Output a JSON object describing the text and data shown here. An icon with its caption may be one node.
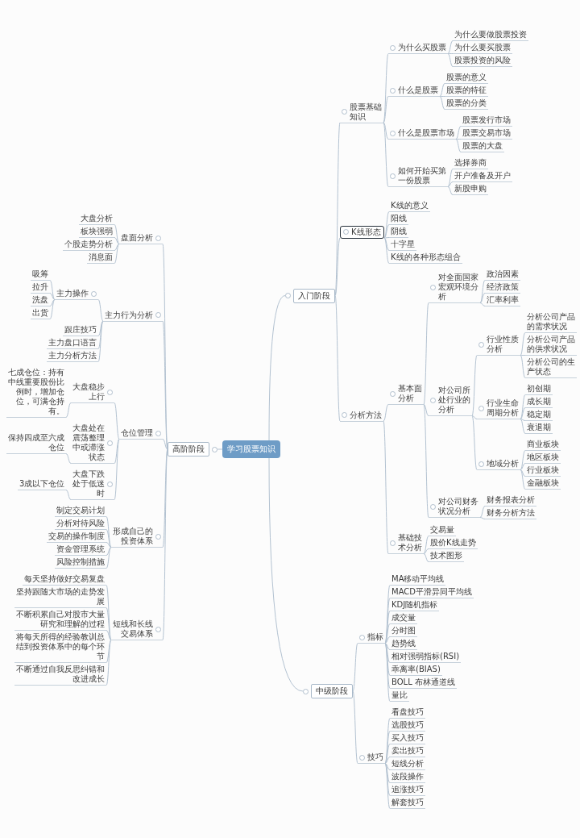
{
  "diagram": {
    "nodes": [
      {
        "text": [
          "学习股票知识"
        ]
      },
      {
        "text": [
          "入门阶段"
        ]
      },
      {
        "text": [
          "股票基础知识"
        ]
      },
      {
        "text": [
          "为什么买股票"
        ]
      },
      {
        "text": [
          "为什么要做股票投资"
        ]
      },
      {
        "text": [
          "为什么要买股票"
        ]
      },
      {
        "text": [
          "股票投资的风险"
        ]
      },
      {
        "text": [
          "什么是股票"
        ]
      },
      {
        "text": [
          "股票的意义"
        ]
      },
      {
        "text": [
          "股票的特征"
        ]
      },
      {
        "text": [
          "股票的分类"
        ]
      },
      {
        "text": [
          "什么是股票市场"
        ]
      },
      {
        "text": [
          "股票发行市场"
        ]
      },
      {
        "text": [
          "股票交易市场"
        ]
      },
      {
        "text": [
          "股票的大盘"
        ]
      },
      {
        "text": [
          "如何开始买第一份股票"
        ]
      },
      {
        "text": [
          "选择券商"
        ]
      },
      {
        "text": [
          "开户准备及开户"
        ]
      },
      {
        "text": [
          "新股申购"
        ]
      },
      {
        "text": [
          "K线形态"
        ]
      },
      {
        "text": [
          "K线的意义"
        ]
      },
      {
        "text": [
          "阳线"
        ]
      },
      {
        "text": [
          "阴线"
        ]
      },
      {
        "text": [
          "十字星"
        ]
      },
      {
        "text": [
          "K线的各种形态组合"
        ]
      },
      {
        "text": [
          "分析方法"
        ]
      },
      {
        "text": [
          "基本面分析"
        ]
      },
      {
        "text": [
          "对全面国家宏观环境分析"
        ]
      },
      {
        "text": [
          "政治因素"
        ]
      },
      {
        "text": [
          "经济政策"
        ]
      },
      {
        "text": [
          "汇率利率"
        ]
      },
      {
        "text": [
          "对公司所处行业的分析"
        ]
      },
      {
        "text": [
          "行业性质分析"
        ]
      },
      {
        "text": [
          "分析公司产品的需求状况"
        ]
      },
      {
        "text": [
          "分析公司产品的供求状况"
        ]
      },
      {
        "text": [
          "分析公司的生产状态"
        ]
      },
      {
        "text": [
          "行业生命周期分析"
        ]
      },
      {
        "text": [
          "初创期"
        ]
      },
      {
        "text": [
          "成长期"
        ]
      },
      {
        "text": [
          "稳定期"
        ]
      },
      {
        "text": [
          "衰退期"
        ]
      },
      {
        "text": [
          "地域分析"
        ]
      },
      {
        "text": [
          "商业板块"
        ]
      },
      {
        "text": [
          "地区板块"
        ]
      },
      {
        "text": [
          "行业板块"
        ]
      },
      {
        "text": [
          "金融板块"
        ]
      },
      {
        "text": [
          "对公司财务状况分析"
        ]
      },
      {
        "text": [
          "财务报表分析"
        ]
      },
      {
        "text": [
          "财务分析方法"
        ]
      },
      {
        "text": [
          "基础技术分析"
        ]
      },
      {
        "text": [
          "交易量"
        ]
      },
      {
        "text": [
          "股价K线走势"
        ]
      },
      {
        "text": [
          "技术图形"
        ]
      },
      {
        "text": [
          "中级阶段"
        ]
      },
      {
        "text": [
          "指标"
        ]
      },
      {
        "text": [
          "MA移动平均线"
        ]
      },
      {
        "text": [
          "MACD平滑异同平均线"
        ]
      },
      {
        "text": [
          "KDJ随机指标"
        ]
      },
      {
        "text": [
          "成交量"
        ]
      },
      {
        "text": [
          "分时图"
        ]
      },
      {
        "text": [
          "趋势线"
        ]
      },
      {
        "text": [
          "相对强弱指标(RSI)"
        ]
      },
      {
        "text": [
          "乖离率(BIAS)"
        ]
      },
      {
        "text": [
          "BOLL 布林通道线"
        ]
      },
      {
        "text": [
          "量比"
        ]
      },
      {
        "text": [
          "技巧"
        ]
      },
      {
        "text": [
          "看盘技巧"
        ]
      },
      {
        "text": [
          "选股技巧"
        ]
      },
      {
        "text": [
          "买入技巧"
        ]
      },
      {
        "text": [
          "卖出技巧"
        ]
      },
      {
        "text": [
          "短线分析"
        ]
      },
      {
        "text": [
          "波段操作"
        ]
      },
      {
        "text": [
          "追涨技巧"
        ]
      },
      {
        "text": [
          "解套技巧"
        ]
      },
      {
        "text": [
          "高阶阶段"
        ]
      },
      {
        "text": [
          "盘面分析"
        ]
      },
      {
        "text": [
          "大盘分析"
        ]
      },
      {
        "text": [
          "板块强弱"
        ]
      },
      {
        "text": [
          "个股走势分析"
        ]
      },
      {
        "text": [
          "消息面"
        ]
      },
      {
        "text": [
          "主力行为分析"
        ]
      },
      {
        "text": [
          "主力操作"
        ]
      },
      {
        "text": [
          "吸筹"
        ]
      },
      {
        "text": [
          "拉升"
        ]
      },
      {
        "text": [
          "洗盘"
        ]
      },
      {
        "text": [
          "出货"
        ]
      },
      {
        "text": [
          "跟庄技巧"
        ]
      },
      {
        "text": [
          "主力盘口语言"
        ]
      },
      {
        "text": [
          "主力分析方法"
        ]
      },
      {
        "text": [
          "仓位管理"
        ]
      },
      {
        "text": [
          "大盘稳步上行"
        ]
      },
      {
        "text": [
          "七成仓位：持有中线重要股份比例时，增加仓位，可满仓持有。"
        ]
      },
      {
        "text": [
          "大盘处在震荡整理中或滞涨状态"
        ]
      },
      {
        "text": [
          "保持四成至六成仓位"
        ]
      },
      {
        "text": [
          "大盘下跌处于低迷时"
        ]
      },
      {
        "text": [
          "3成以下仓位"
        ]
      },
      {
        "text": [
          "形成自己的投资体系"
        ]
      },
      {
        "text": [
          "制定交易计划"
        ]
      },
      {
        "text": [
          "分析对待风险"
        ]
      },
      {
        "text": [
          "交易的操作制度"
        ]
      },
      {
        "text": [
          "资金管理系统"
        ]
      },
      {
        "text": [
          "风险控制措施"
        ]
      },
      {
        "text": [
          "短线和长线交易体系"
        ]
      },
      {
        "text": [
          "每天坚持做好交易复盘"
        ]
      },
      {
        "text": [
          "坚持跟随大市场的走势发展"
        ]
      },
      {
        "text": [
          "不断积累自己对股市大量研究和理解的过程"
        ]
      },
      {
        "text": [
          "将每天所得的经验教训总结到投资体系中的每个环节"
        ]
      },
      {
        "text": [
          "不断通过自我反思纠错和改进成长"
        ]
      }
    ],
    "edges": [
      {
        "from": 0,
        "to": 1,
        "arrow": "none"
      },
      {
        "from": 1,
        "to": 2,
        "arrow": "none"
      },
      {
        "from": 2,
        "to": 3,
        "arrow": "none"
      },
      {
        "from": 3,
        "to": 4,
        "arrow": "none"
      },
      {
        "from": 3,
        "to": 5,
        "arrow": "none"
      },
      {
        "from": 3,
        "to": 6,
        "arrow": "none"
      },
      {
        "from": 2,
        "to": 7,
        "arrow": "none"
      },
      {
        "from": 7,
        "to": 8,
        "arrow": "none"
      },
      {
        "from": 7,
        "to": 9,
        "arrow": "none"
      },
      {
        "from": 7,
        "to": 10,
        "arrow": "none"
      },
      {
        "from": 2,
        "to": 11,
        "arrow": "none"
      },
      {
        "from": 11,
        "to": 12,
        "arrow": "none"
      },
      {
        "from": 11,
        "to": 13,
        "arrow": "none"
      },
      {
        "from": 11,
        "to": 14,
        "arrow": "none"
      },
      {
        "from": 2,
        "to": 15,
        "arrow": "none"
      },
      {
        "from": 15,
        "to": 16,
        "arrow": "none"
      },
      {
        "from": 15,
        "to": 17,
        "arrow": "none"
      },
      {
        "from": 15,
        "to": 18,
        "arrow": "none"
      },
      {
        "from": 1,
        "to": 19,
        "arrow": "none"
      },
      {
        "from": 19,
        "to": 20,
        "arrow": "none"
      },
      {
        "from": 19,
        "to": 21,
        "arrow": "none"
      },
      {
        "from": 19,
        "to": 22,
        "arrow": "none"
      },
      {
        "from": 19,
        "to": 23,
        "arrow": "none"
      },
      {
        "from": 19,
        "to": 24,
        "arrow": "none"
      },
      {
        "from": 1,
        "to": 25,
        "arrow": "none"
      },
      {
        "from": 25,
        "to": 26,
        "arrow": "none"
      },
      {
        "from": 26,
        "to": 27,
        "arrow": "none"
      },
      {
        "from": 27,
        "to": 28,
        "arrow": "none"
      },
      {
        "from": 27,
        "to": 29,
        "arrow": "none"
      },
      {
        "from": 27,
        "to": 30,
        "arrow": "none"
      },
      {
        "from": 26,
        "to": 31,
        "arrow": "none"
      },
      {
        "from": 31,
        "to": 32,
        "arrow": "none"
      },
      {
        "from": 32,
        "to": 33,
        "arrow": "none"
      },
      {
        "from": 32,
        "to": 34,
        "arrow": "none"
      },
      {
        "from": 32,
        "to": 35,
        "arrow": "none"
      },
      {
        "from": 31,
        "to": 36,
        "arrow": "none"
      },
      {
        "from": 36,
        "to": 37,
        "arrow": "none"
      },
      {
        "from": 36,
        "to": 38,
        "arrow": "none"
      },
      {
        "from": 36,
        "to": 39,
        "arrow": "none"
      },
      {
        "from": 36,
        "to": 40,
        "arrow": "none"
      },
      {
        "from": 31,
        "to": 41,
        "arrow": "none"
      },
      {
        "from": 41,
        "to": 42,
        "arrow": "none"
      },
      {
        "from": 41,
        "to": 43,
        "arrow": "none"
      },
      {
        "from": 41,
        "to": 44,
        "arrow": "none"
      },
      {
        "from": 41,
        "to": 45,
        "arrow": "none"
      },
      {
        "from": 26,
        "to": 46,
        "arrow": "none"
      },
      {
        "from": 46,
        "to": 47,
        "arrow": "none"
      },
      {
        "from": 46,
        "to": 48,
        "arrow": "none"
      },
      {
        "from": 25,
        "to": 49,
        "arrow": "none"
      },
      {
        "from": 49,
        "to": 50,
        "arrow": "none"
      },
      {
        "from": 49,
        "to": 51,
        "arrow": "none"
      },
      {
        "from": 49,
        "to": 52,
        "arrow": "none"
      },
      {
        "from": 0,
        "to": 53,
        "arrow": "none"
      },
      {
        "from": 53,
        "to": 54,
        "arrow": "none"
      },
      {
        "from": 54,
        "to": 55,
        "arrow": "none"
      },
      {
        "from": 54,
        "to": 56,
        "arrow": "none"
      },
      {
        "from": 54,
        "to": 57,
        "arrow": "none"
      },
      {
        "from": 54,
        "to": 58,
        "arrow": "none"
      },
      {
        "from": 54,
        "to": 59,
        "arrow": "none"
      },
      {
        "from": 54,
        "to": 60,
        "arrow": "none"
      },
      {
        "from": 54,
        "to": 61,
        "arrow": "none"
      },
      {
        "from": 54,
        "to": 62,
        "arrow": "none"
      },
      {
        "from": 54,
        "to": 63,
        "arrow": "none"
      },
      {
        "from": 54,
        "to": 64,
        "arrow": "none"
      },
      {
        "from": 53,
        "to": 65,
        "arrow": "none"
      },
      {
        "from": 65,
        "to": 66,
        "arrow": "none"
      },
      {
        "from": 65,
        "to": 67,
        "arrow": "none"
      },
      {
        "from": 65,
        "to": 68,
        "arrow": "none"
      },
      {
        "from": 65,
        "to": 69,
        "arrow": "none"
      },
      {
        "from": 65,
        "to": 70,
        "arrow": "none"
      },
      {
        "from": 65,
        "to": 71,
        "arrow": "none"
      },
      {
        "from": 65,
        "to": 72,
        "arrow": "none"
      },
      {
        "from": 65,
        "to": 73,
        "arrow": "none"
      },
      {
        "from": 0,
        "to": 74,
        "arrow": "none"
      },
      {
        "from": 74,
        "to": 75,
        "arrow": "none"
      },
      {
        "from": 75,
        "to": 76,
        "arrow": "none"
      },
      {
        "from": 75,
        "to": 77,
        "arrow": "none"
      },
      {
        "from": 75,
        "to": 78,
        "arrow": "none"
      },
      {
        "from": 75,
        "to": 79,
        "arrow": "none"
      },
      {
        "from": 74,
        "to": 80,
        "arrow": "none"
      },
      {
        "from": 80,
        "to": 81,
        "arrow": "none"
      },
      {
        "from": 81,
        "to": 82,
        "arrow": "none"
      },
      {
        "from": 81,
        "to": 83,
        "arrow": "none"
      },
      {
        "from": 81,
        "to": 84,
        "arrow": "none"
      },
      {
        "from": 81,
        "to": 85,
        "arrow": "none"
      },
      {
        "from": 80,
        "to": 86,
        "arrow": "none"
      },
      {
        "from": 80,
        "to": 87,
        "arrow": "none"
      },
      {
        "from": 80,
        "to": 88,
        "arrow": "none"
      },
      {
        "from": 74,
        "to": 89,
        "arrow": "none"
      },
      {
        "from": 89,
        "to": 90,
        "arrow": "none"
      },
      {
        "from": 90,
        "to": 91,
        "arrow": "none"
      },
      {
        "from": 89,
        "to": 92,
        "arrow": "none"
      },
      {
        "from": 92,
        "to": 93,
        "arrow": "none"
      },
      {
        "from": 89,
        "to": 94,
        "arrow": "none"
      },
      {
        "from": 94,
        "to": 95,
        "arrow": "none"
      },
      {
        "from": 74,
        "to": 96,
        "arrow": "none"
      },
      {
        "from": 96,
        "to": 97,
        "arrow": "none"
      },
      {
        "from": 96,
        "to": 98,
        "arrow": "none"
      },
      {
        "from": 96,
        "to": 99,
        "arrow": "none"
      },
      {
        "from": 96,
        "to": 100,
        "arrow": "none"
      },
      {
        "from": 96,
        "to": 101,
        "arrow": "none"
      },
      {
        "from": 74,
        "to": 102,
        "arrow": "none"
      },
      {
        "from": 102,
        "to": 103,
        "arrow": "none"
      },
      {
        "from": 102,
        "to": 104,
        "arrow": "none"
      },
      {
        "from": 102,
        "to": 105,
        "arrow": "none"
      },
      {
        "from": 102,
        "to": 106,
        "arrow": "none"
      },
      {
        "from": 102,
        "to": 107,
        "arrow": "none"
      }
    ]
  }
}
